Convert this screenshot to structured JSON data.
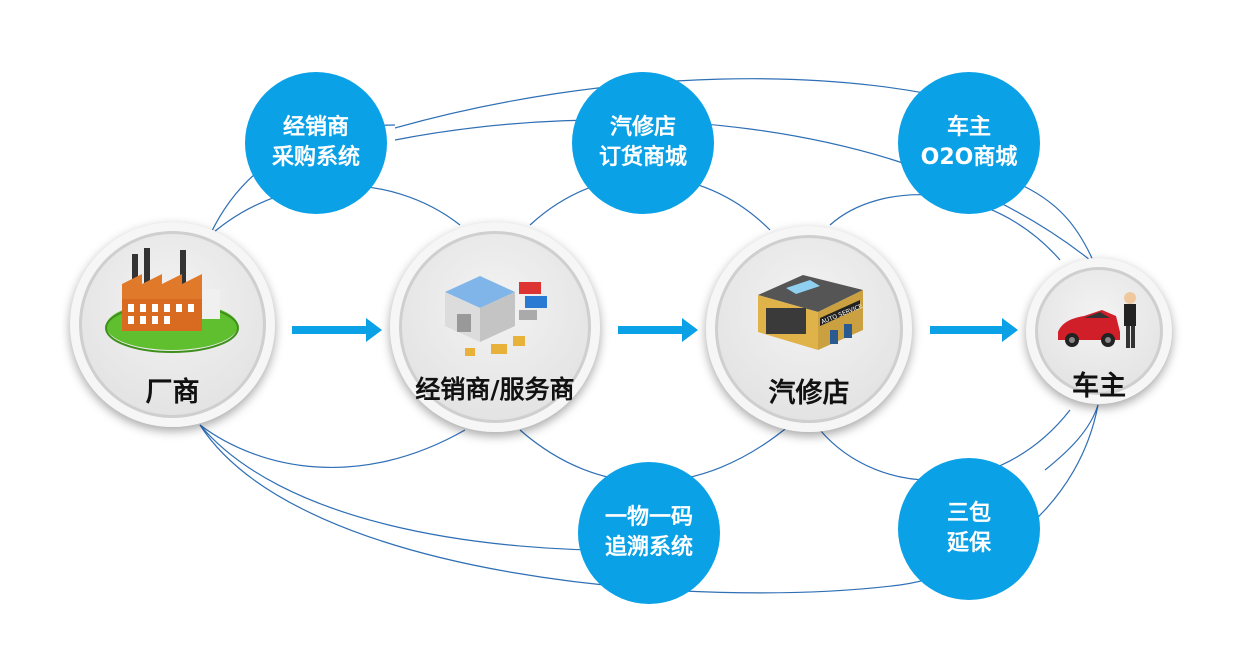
{
  "nodes": {
    "factory": {
      "label": "厂商"
    },
    "distributor": {
      "label": "经销商/服务商"
    },
    "repair_shop": {
      "label": "汽修店"
    },
    "car_owner": {
      "label": "车主"
    }
  },
  "bubbles": {
    "dealer_purchase": {
      "line1": "经销商",
      "line2": "采购系统"
    },
    "shop_mall": {
      "line1": "汽修店",
      "line2": "订货商城"
    },
    "owner_o2o": {
      "line1": "车主",
      "line2": "O2O商城"
    },
    "traceability": {
      "line1": "一物一码",
      "line2": "追溯系统"
    },
    "warranty": {
      "line1": "三包",
      "line2": "延保"
    }
  },
  "colors": {
    "bubble": "#0aa1e7",
    "arrow": "#0aa1e7",
    "link_line": "#2f6fb5"
  },
  "icons": {
    "factory": "factory-icon",
    "distributor": "warehouse-icon",
    "repair_shop": "auto-service-shop-icon",
    "car_owner": "car-owner-icon"
  }
}
